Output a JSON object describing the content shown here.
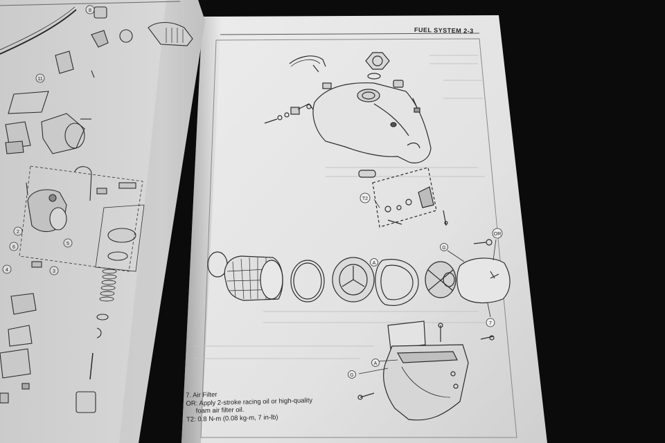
{
  "page": {
    "header": "FUEL SYSTEM 2-3"
  },
  "callouts": {
    "left_page": [
      "8",
      "11",
      "2",
      "6",
      "5",
      "4",
      "3"
    ],
    "right_page": [
      "T2",
      "G",
      "OR",
      "A",
      "7"
    ]
  },
  "legend": {
    "line1": "7.   Air Filter",
    "line2": "OR: Apply 2-stroke racing oil or high-quality",
    "line3": "foam air filter oil.",
    "line4": "T2:  0.8 N-m (0.08 kg-m, 7 in-lb)"
  },
  "colors": {
    "background": "#0b0b0b",
    "paper_right": "#e3e3e3",
    "paper_left": "#d2d2d2",
    "line_art": "#2b2b2b"
  }
}
